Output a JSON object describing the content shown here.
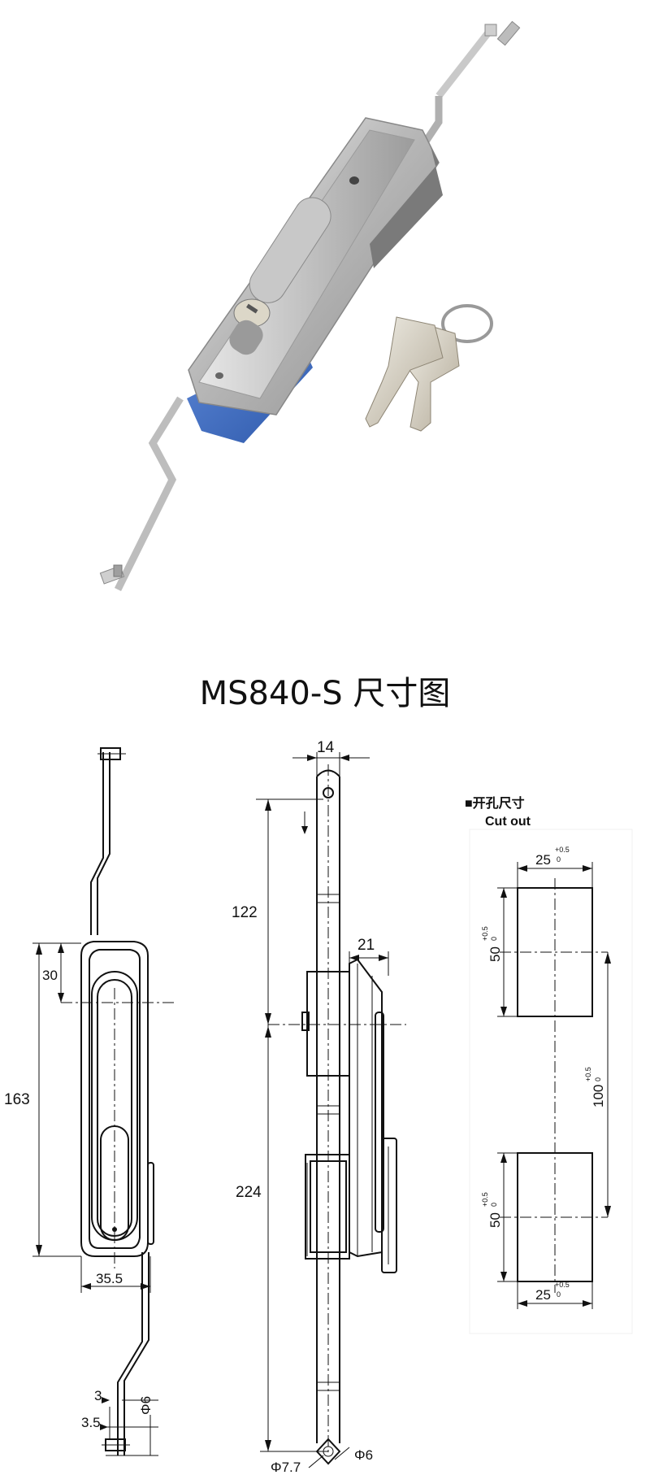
{
  "title": "MS840-S 尺寸图",
  "product_photo": {
    "subject": "lock-with-keys"
  },
  "side_view": {
    "dim_30": "30",
    "dim_163": "163",
    "dim_35_5": "35.5",
    "dim_3": "3",
    "dim_3_5": "3.5",
    "dim_phi": "Φ6"
  },
  "front_view": {
    "dim_14": "14",
    "dim_122": "122",
    "dim_21": "21",
    "dim_224": "224",
    "dim_phi77": "Φ7.7",
    "dim_phi6": "Φ6"
  },
  "cutout": {
    "title_cn": "■开孔尺寸",
    "title_en": "Cut out",
    "w_top": "25",
    "w_bottom": "25",
    "h_top": "50",
    "h_bottom": "50",
    "pitch": "100",
    "tol_plus": "+0.5",
    "tol_zero": "0"
  }
}
